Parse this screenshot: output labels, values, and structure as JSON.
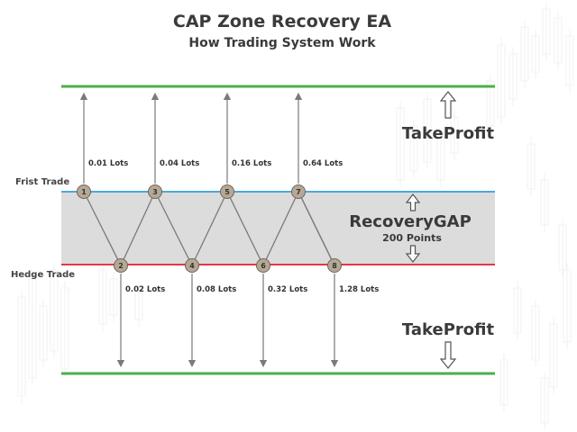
{
  "title": "CAP Zone Recovery EA",
  "subtitle": "How Trading System Work",
  "labels": {
    "first_trade": "Frist Trade",
    "hedge_trade": "Hedge Trade",
    "take_profit_top": "TakeProfit",
    "take_profit_bottom": "TakeProfit",
    "recovery_gap": "RecoveryGAP",
    "gap_points": "200 Points"
  },
  "colors": {
    "take_profit_line": "#4cae4c",
    "first_trade_line": "#4aa8de",
    "hedge_line": "#e03a45",
    "gap_band": "#dcdcdc",
    "node_fill": "#b5a896",
    "path_line": "#7a7a7a"
  },
  "trades": [
    {
      "n": "1",
      "side": "buy",
      "lots": "0.01 Lots"
    },
    {
      "n": "2",
      "side": "sell",
      "lots": "0.02 Lots"
    },
    {
      "n": "3",
      "side": "buy",
      "lots": "0.04 Lots"
    },
    {
      "n": "4",
      "side": "sell",
      "lots": "0.08 Lots"
    },
    {
      "n": "5",
      "side": "buy",
      "lots": "0.16 Lots"
    },
    {
      "n": "6",
      "side": "sell",
      "lots": "0.32 Lots"
    },
    {
      "n": "7",
      "side": "buy",
      "lots": "0.64 Lots"
    },
    {
      "n": "8",
      "side": "sell",
      "lots": "1.28 Lots"
    }
  ]
}
